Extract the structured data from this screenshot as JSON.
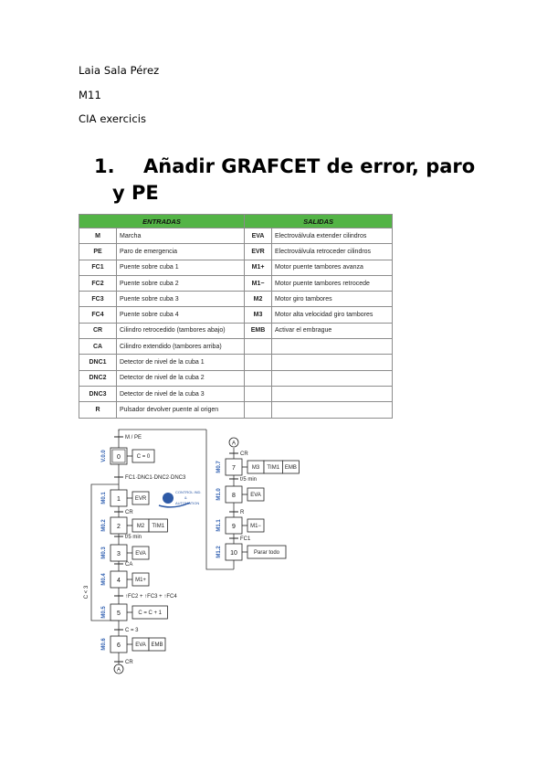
{
  "author": "Laia Sala Pérez",
  "module": "M11",
  "subtitle": "CIA exercicis",
  "heading": {
    "number": "1.",
    "line1": "Añadir GRAFCET de error, paro",
    "line2": "y PE"
  },
  "table": {
    "headers": {
      "inputs": "ENTRADAS",
      "outputs": "SALIDAS"
    },
    "rows": [
      {
        "in_code": "M",
        "in_desc": "Marcha",
        "out_code": "EVA",
        "out_desc": "Electroválvula extender cilindros"
      },
      {
        "in_code": "PE",
        "in_desc": "Paro de emergencia",
        "out_code": "EVR",
        "out_desc": "Electroválvula retroceder cilindros"
      },
      {
        "in_code": "FC1",
        "in_desc": "Puente sobre cuba 1",
        "out_code": "M1+",
        "out_desc": "Motor puente tambores avanza"
      },
      {
        "in_code": "FC2",
        "in_desc": "Puente sobre cuba 2",
        "out_code": "M1−",
        "out_desc": "Motor puente tambores retrocede"
      },
      {
        "in_code": "FC3",
        "in_desc": "Puente sobre cuba 3",
        "out_code": "M2",
        "out_desc": "Motor giro tambores"
      },
      {
        "in_code": "FC4",
        "in_desc": "Puente sobre cuba 4",
        "out_code": "M3",
        "out_desc": "Motor alta velocidad giro tambores"
      },
      {
        "in_code": "CR",
        "in_desc": "Cilindro retrocedido (tambores abajo)",
        "out_code": "EMB",
        "out_desc": "Activar el embrague"
      },
      {
        "in_code": "CA",
        "in_desc": "Cilindro extendido (tambores arriba)",
        "out_code": "",
        "out_desc": ""
      },
      {
        "in_code": "DNC1",
        "in_desc": "Detector de nivel de la cuba 1",
        "out_code": "",
        "out_desc": ""
      },
      {
        "in_code": "DNC2",
        "in_desc": "Detector de nivel de la cuba 2",
        "out_code": "",
        "out_desc": ""
      },
      {
        "in_code": "DNC3",
        "in_desc": "Detector de nivel de la cuba 3",
        "out_code": "",
        "out_desc": ""
      },
      {
        "in_code": "R",
        "in_desc": "Pulsador devolver puente al origen",
        "out_code": "",
        "out_desc": ""
      }
    ]
  },
  "grafcet": {
    "main": {
      "steps": [
        {
          "num": "0",
          "label": "V.0.0",
          "actions": [
            "C = 0"
          ]
        },
        {
          "num": "1",
          "label": "M0.1",
          "actions": [
            "EVR"
          ]
        },
        {
          "num": "2",
          "label": "M0.2",
          "actions": [
            "M2",
            "TIM1"
          ]
        },
        {
          "num": "3",
          "label": "M0.3",
          "actions": [
            "EVA"
          ]
        },
        {
          "num": "4",
          "label": "M0.4",
          "actions": [
            "M1+"
          ]
        },
        {
          "num": "5",
          "label": "M0.5",
          "actions": [
            "C = C + 1"
          ]
        },
        {
          "num": "6",
          "label": "M0.6",
          "actions": [
            "EVA",
            "EMB"
          ]
        }
      ],
      "transitions": [
        "M / PE",
        "FC1·DNC1·DNC2·DNC3",
        "CR",
        "t/5 min",
        "CA",
        "↑FC2 + ↑FC3 + ↑FC4",
        "C = 3",
        "CR"
      ],
      "loop_condition": "C < 3",
      "connector": "A"
    },
    "error": {
      "steps": [
        {
          "num": "7",
          "label": "M0.7",
          "actions": [
            "M3",
            "TIM1",
            "EMB"
          ]
        },
        {
          "num": "8",
          "label": "M1.0",
          "actions": [
            "EVA"
          ]
        },
        {
          "num": "9",
          "label": "M1.1",
          "actions": [
            "M1−"
          ]
        },
        {
          "num": "10",
          "label": "M1.2",
          "actions": [
            "Parar todo"
          ]
        }
      ],
      "transitions": [
        "CR",
        "t/5 min",
        "R",
        "FC1"
      ],
      "connector": "A"
    },
    "logo": {
      "line1": "CONTROL IND.",
      "line2": "&",
      "line3": "AUTOMATION"
    }
  }
}
